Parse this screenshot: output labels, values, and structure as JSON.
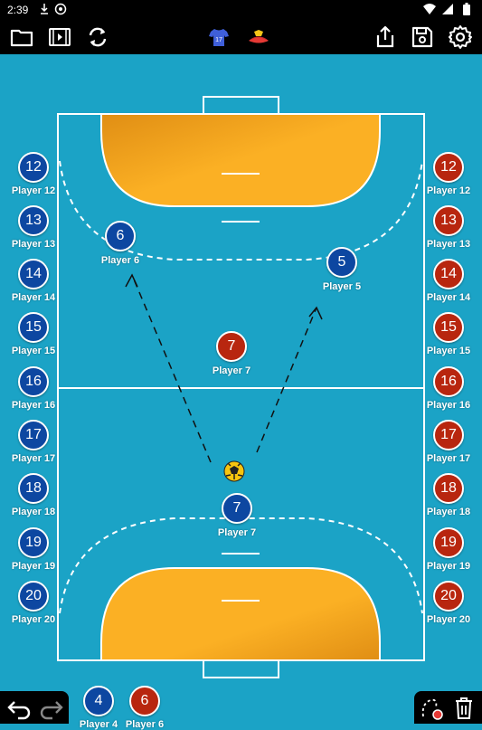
{
  "status_bar": {
    "time": "2:39",
    "icons": [
      "download-icon",
      "notification-icon",
      "wifi-icon",
      "battery-icon"
    ]
  },
  "toolbar": {
    "left_icons": [
      "folder-icon",
      "video-icon",
      "sync-icon"
    ],
    "center_icons": [
      "jersey-icon",
      "cones-icon"
    ],
    "right_icons": [
      "share-icon",
      "save-icon",
      "settings-icon"
    ]
  },
  "court": {
    "colors": {
      "floor": "#1ba3c6",
      "goal_area": "#f5a623",
      "lines": "#ffffff",
      "team_blue": "#0d47a1",
      "team_red": "#b8260f"
    },
    "ball_icon": "handball-icon"
  },
  "bench_left": [
    {
      "number": "12",
      "name": "Player 12"
    },
    {
      "number": "13",
      "name": "Player 13"
    },
    {
      "number": "14",
      "name": "Player 14"
    },
    {
      "number": "15",
      "name": "Player 15"
    },
    {
      "number": "16",
      "name": "Player 16"
    },
    {
      "number": "17",
      "name": "Player 17"
    },
    {
      "number": "18",
      "name": "Player 18"
    },
    {
      "number": "19",
      "name": "Player 19"
    },
    {
      "number": "20",
      "name": "Player 20"
    }
  ],
  "bench_right": [
    {
      "number": "12",
      "name": "Player 12"
    },
    {
      "number": "13",
      "name": "Player 13"
    },
    {
      "number": "14",
      "name": "Player 14"
    },
    {
      "number": "15",
      "name": "Player 15"
    },
    {
      "number": "16",
      "name": "Player 16"
    },
    {
      "number": "17",
      "name": "Player 17"
    },
    {
      "number": "18",
      "name": "Player 18"
    },
    {
      "number": "19",
      "name": "Player 19"
    },
    {
      "number": "20",
      "name": "Player 20"
    }
  ],
  "on_court": [
    {
      "number": "6",
      "name": "Player 6",
      "team": "blue"
    },
    {
      "number": "5",
      "name": "Player 5",
      "team": "blue"
    },
    {
      "number": "7",
      "name": "Player 7",
      "team": "red"
    },
    {
      "number": "7",
      "name": "Player 7",
      "team": "blue"
    }
  ],
  "bottom_bar": {
    "left_icons": [
      "undo-icon",
      "redo-icon"
    ],
    "tray_players": [
      {
        "number": "4",
        "name": "Player 4",
        "team": "blue"
      },
      {
        "number": "6",
        "name": "Player 6",
        "team": "red"
      }
    ],
    "right_icons": [
      "draw-path-icon",
      "trash-icon"
    ]
  }
}
